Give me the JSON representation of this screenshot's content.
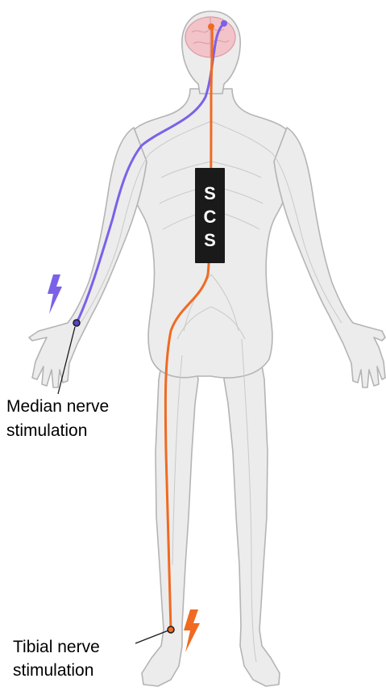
{
  "device": {
    "letters": [
      "S",
      "C",
      "S"
    ]
  },
  "labels": {
    "median_line1": "Median nerve",
    "median_line2": "stimulation",
    "tibial_line1": "Tibial nerve",
    "tibial_line2": "stimulation"
  },
  "colors": {
    "median_pathway": "#7b61e8",
    "tibial_pathway": "#f06a22",
    "device_box": "#1a1a1a",
    "body_fill": "#ececec",
    "body_outline": "#b4b4b4",
    "brain": "#f2c3c8"
  },
  "icons": {
    "median_stimulus": "lightning-bolt-icon",
    "tibial_stimulus": "lightning-bolt-icon"
  }
}
